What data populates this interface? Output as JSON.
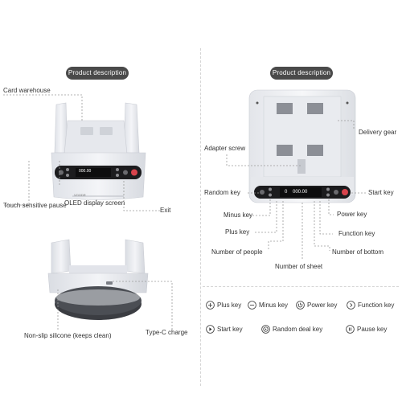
{
  "left": {
    "title": "Product description",
    "labels": {
      "card_warehouse": "Card warehouse",
      "touch_pause": "Touch sensitive pause",
      "exit": "Exit",
      "oled": "OLED display screen",
      "non_slip": "Non-slip silicone (keeps clean)",
      "type_c": "Type-C charge"
    },
    "device_display": {
      "left_num": "0",
      "main_num": "000.00",
      "brand": "VOODR"
    }
  },
  "right": {
    "title": "Product description",
    "labels": {
      "delivery_gear": "Delivery gear",
      "adapter_screw": "Adapter screw",
      "random_key": "Random key",
      "start_key": "Start key",
      "minus_key": "Minus key",
      "power_key": "Power key",
      "plus_key": "Plus key",
      "function_key": "Function key",
      "number_people": "Number of people",
      "number_bottom": "Number of bottom",
      "number_sheet": "Number of sheet"
    },
    "device_display": {
      "left_num": "0",
      "main_num": "000.00"
    }
  },
  "legend": {
    "plus": "Plus key",
    "minus": "Minus key",
    "power": "Power key",
    "function": "Function key",
    "start": "Start key",
    "random": "Random deal key",
    "pause": "Pause key"
  },
  "colors": {
    "pill_bg": "#4a4a4a",
    "device_body": "#eef0f4",
    "panel": "#1c1c1e",
    "accent_red": "#d8434c"
  }
}
